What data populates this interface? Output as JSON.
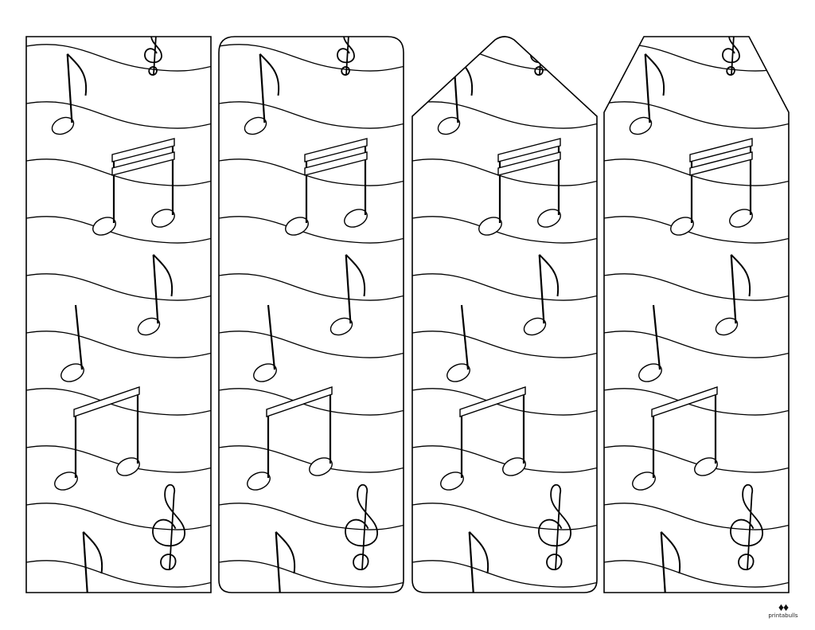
{
  "page": {
    "line_color": "#000000",
    "fill_color": "#ffffff"
  },
  "bookmarks": [
    {
      "shape": "rectangle",
      "motifs": [
        "treble-clef",
        "eighth-note",
        "beamed-sixteenth-notes",
        "eighth-note",
        "quarter-note",
        "beamed-eighth-notes",
        "treble-clef",
        "eighth-note"
      ]
    },
    {
      "shape": "rounded-rectangle",
      "motifs": [
        "treble-clef",
        "eighth-note",
        "beamed-sixteenth-notes",
        "eighth-note",
        "quarter-note",
        "beamed-eighth-notes",
        "treble-clef",
        "eighth-note"
      ]
    },
    {
      "shape": "tag-pointed-top-rounded-bottom",
      "motifs": [
        "treble-clef",
        "eighth-note",
        "beamed-sixteenth-notes",
        "eighth-note",
        "quarter-note",
        "beamed-eighth-notes",
        "treble-clef",
        "eighth-note"
      ]
    },
    {
      "shape": "tag-pointed-top",
      "motifs": [
        "treble-clef",
        "eighth-note",
        "beamed-sixteenth-notes",
        "eighth-note",
        "quarter-note",
        "beamed-eighth-notes",
        "treble-clef",
        "eighth-note"
      ]
    }
  ],
  "watermark": {
    "icon": "printabulls-logo-icon",
    "text": "printabulls"
  }
}
